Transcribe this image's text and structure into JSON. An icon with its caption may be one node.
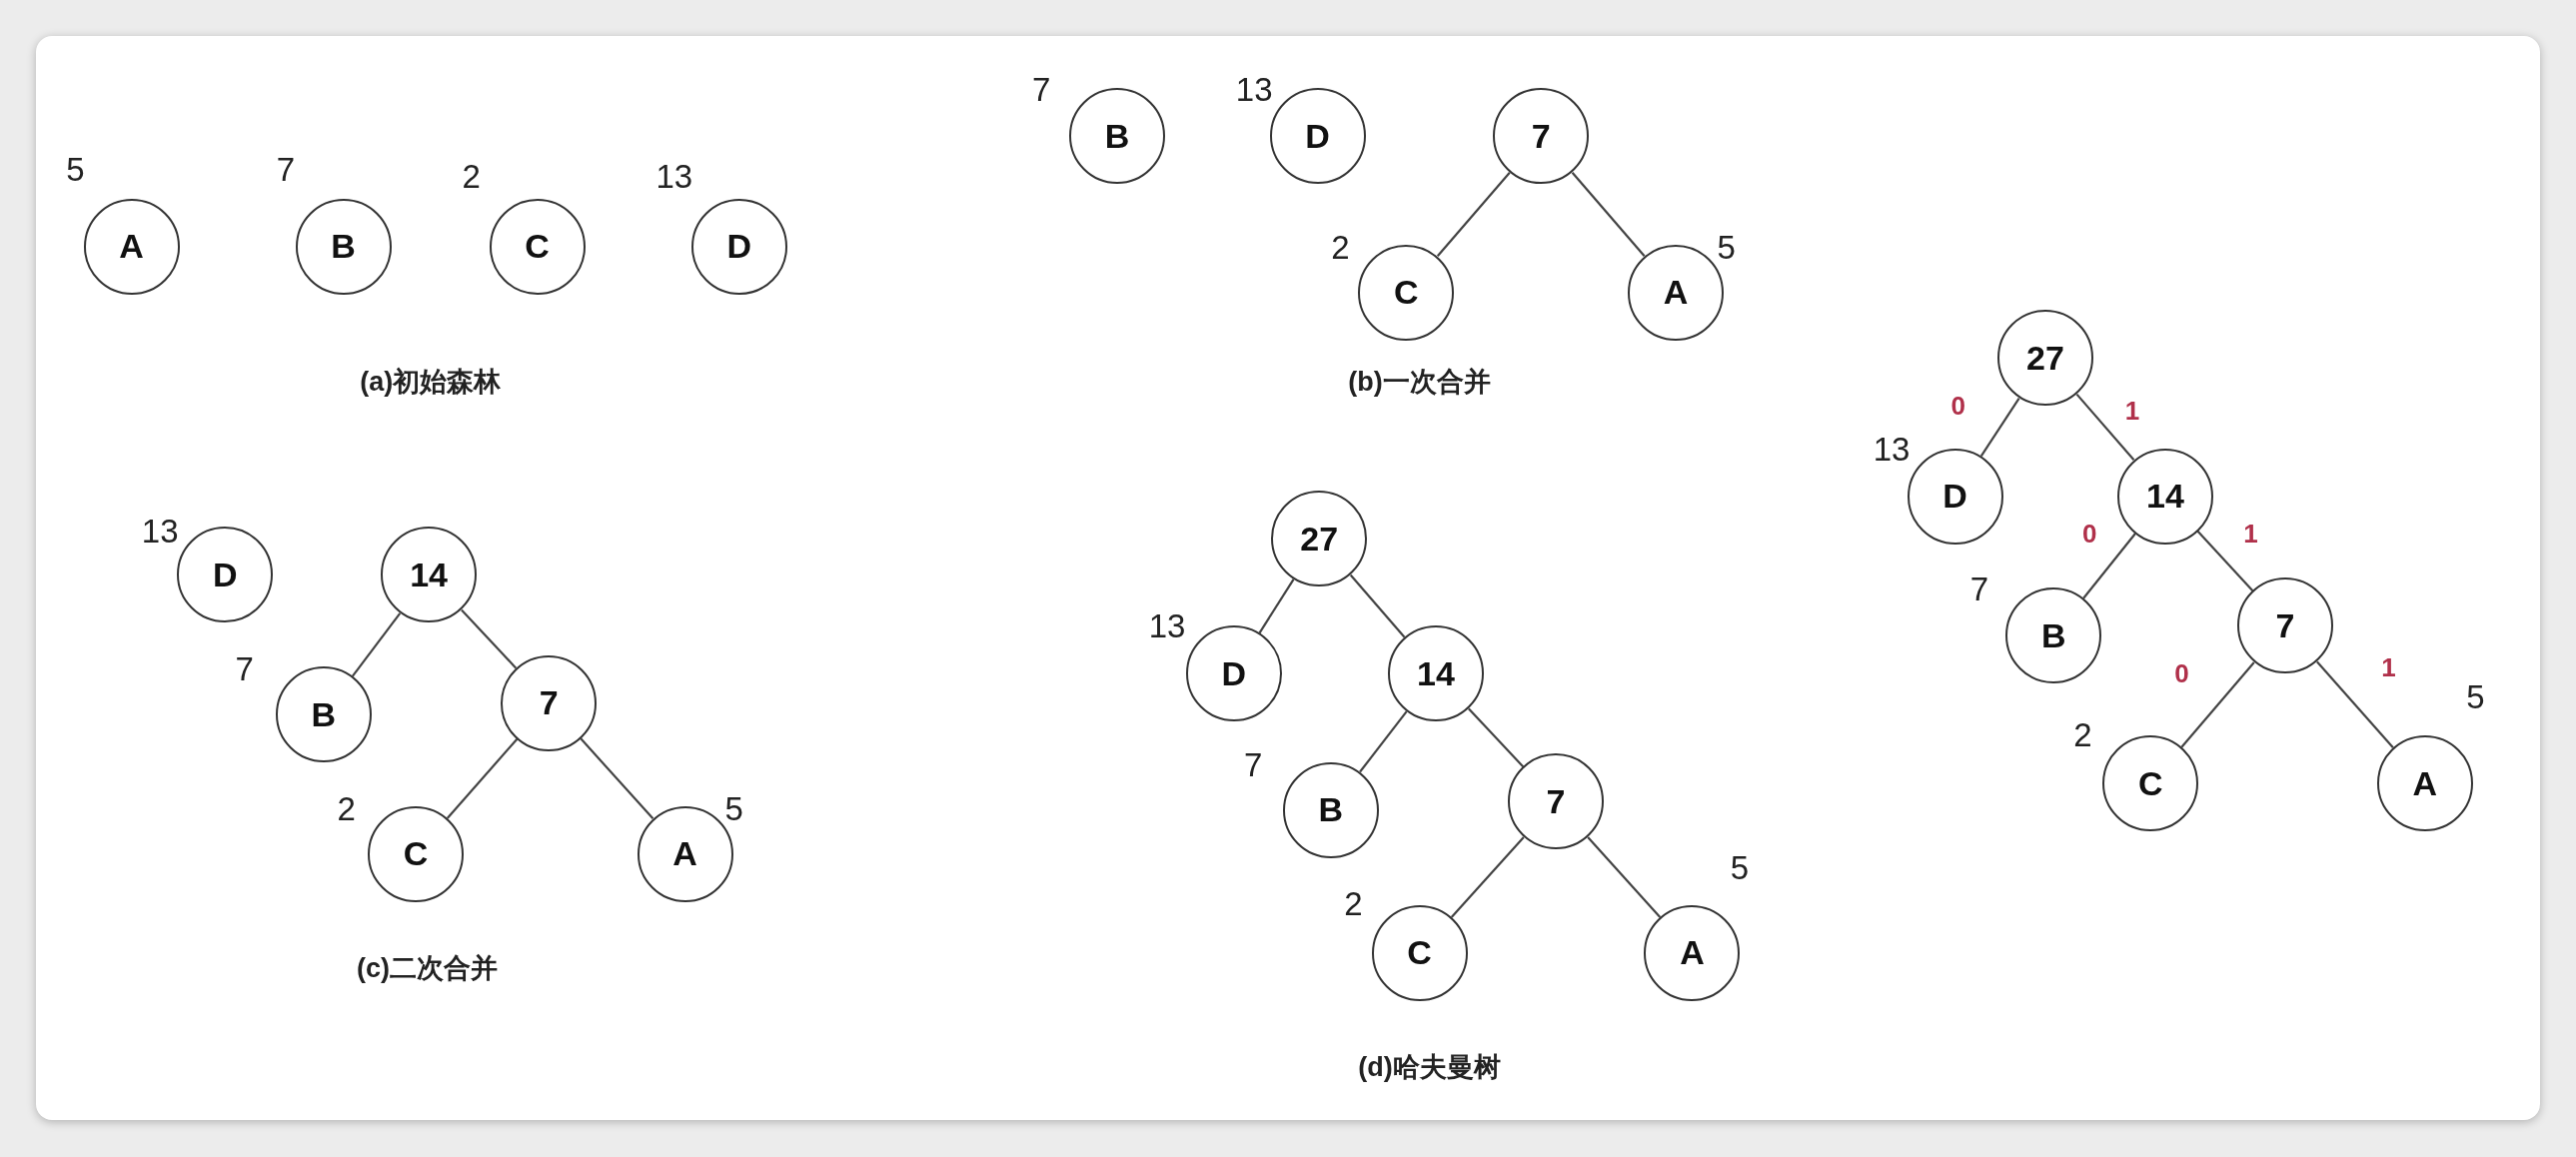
{
  "diagram": {
    "nodes": [
      {
        "text": [
          "A"
        ],
        "beside": [
          "5"
        ]
      },
      {
        "text": [
          "B"
        ],
        "beside": [
          "7"
        ]
      },
      {
        "text": [
          "C"
        ],
        "beside": [
          "2"
        ]
      },
      {
        "text": [
          "D"
        ],
        "beside": [
          "13"
        ]
      },
      {
        "text": [
          "B"
        ],
        "beside": [
          "7"
        ]
      },
      {
        "text": [
          "D"
        ],
        "beside": [
          "13"
        ]
      },
      {
        "text": [
          "7"
        ]
      },
      {
        "text": [
          "C"
        ],
        "beside": [
          "2"
        ]
      },
      {
        "text": [
          "A"
        ],
        "beside": [
          "5"
        ]
      },
      {
        "text": [
          "D"
        ],
        "beside": [
          "13"
        ]
      },
      {
        "text": [
          "14"
        ]
      },
      {
        "text": [
          "B"
        ],
        "beside": [
          "7"
        ]
      },
      {
        "text": [
          "7"
        ]
      },
      {
        "text": [
          "C"
        ],
        "beside": [
          "2"
        ]
      },
      {
        "text": [
          "A"
        ],
        "beside": [
          "5"
        ]
      },
      {
        "text": [
          "27"
        ]
      },
      {
        "text": [
          "D"
        ],
        "beside": [
          "13"
        ]
      },
      {
        "text": [
          "14"
        ]
      },
      {
        "text": [
          "B"
        ],
        "beside": [
          "7"
        ]
      },
      {
        "text": [
          "7"
        ]
      },
      {
        "text": [
          "C"
        ],
        "beside": [
          "2"
        ]
      },
      {
        "text": [
          "A"
        ],
        "beside": [
          "5"
        ]
      },
      {
        "text": [
          "27"
        ]
      },
      {
        "text": [
          "D"
        ],
        "beside": [
          "13"
        ]
      },
      {
        "text": [
          "14"
        ]
      },
      {
        "text": [
          "B"
        ],
        "beside": [
          "7"
        ]
      },
      {
        "text": [
          "7"
        ]
      },
      {
        "text": [
          "C"
        ],
        "beside": [
          "2"
        ]
      },
      {
        "text": [
          "A"
        ],
        "beside": [
          "5"
        ]
      }
    ],
    "edges": [
      {
        "from": 6,
        "to": 7,
        "arrow": "none"
      },
      {
        "from": 6,
        "to": 8,
        "arrow": "none"
      },
      {
        "from": 10,
        "to": 11,
        "arrow": "none"
      },
      {
        "from": 10,
        "to": 12,
        "arrow": "none"
      },
      {
        "from": 12,
        "to": 13,
        "arrow": "none"
      },
      {
        "from": 12,
        "to": 14,
        "arrow": "none"
      },
      {
        "from": 15,
        "to": 16,
        "arrow": "none"
      },
      {
        "from": 15,
        "to": 17,
        "arrow": "none"
      },
      {
        "from": 17,
        "to": 18,
        "arrow": "none"
      },
      {
        "from": 17,
        "to": 19,
        "arrow": "none"
      },
      {
        "from": 19,
        "to": 20,
        "arrow": "none"
      },
      {
        "from": 19,
        "to": 21,
        "arrow": "none"
      },
      {
        "from": 22,
        "to": 23,
        "arrow": "none",
        "label": "0"
      },
      {
        "from": 22,
        "to": 24,
        "arrow": "none",
        "label": "1"
      },
      {
        "from": 24,
        "to": 25,
        "arrow": "none",
        "label": "0"
      },
      {
        "from": 24,
        "to": 26,
        "arrow": "none",
        "label": "1"
      },
      {
        "from": 26,
        "to": 27,
        "arrow": "none",
        "label": "0"
      },
      {
        "from": 26,
        "to": 28,
        "arrow": "none",
        "label": "1"
      }
    ],
    "labels": [
      "(a)初始森林",
      "(b)一次合并",
      "(c)二次合并",
      "(d)哈夫曼树"
    ]
  }
}
